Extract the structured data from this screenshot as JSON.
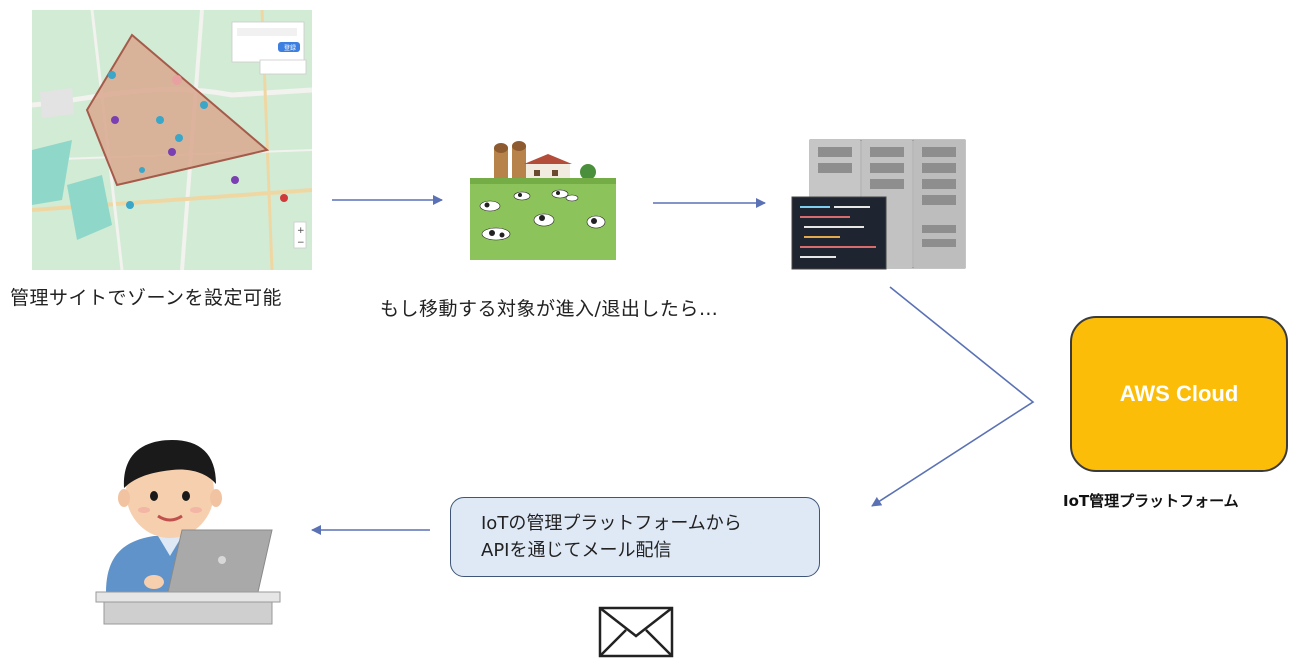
{
  "map_panel": {
    "caption": "管理サイトでゾーンを設定可能",
    "ui_button": "登録"
  },
  "farm_panel": {
    "caption": "もし移動する対象が進入/退出したら…"
  },
  "aws": {
    "box_label": "AWS Cloud",
    "caption": "IoT管理プラットフォーム"
  },
  "message": {
    "line1": "IoTの管理プラットフォームから",
    "line2": "APIを通じてメール配信"
  },
  "colors": {
    "arrow": "#5a72b5",
    "aws_fill": "#fbbd08",
    "message_fill": "#dfe9f6",
    "zone_fill": "#d9a88e",
    "map_bg": "#cfe8d2"
  },
  "icons": [
    "map-illustration",
    "farm-cows-illustration",
    "server-illustration",
    "person-laptop-illustration",
    "envelope-icon"
  ]
}
